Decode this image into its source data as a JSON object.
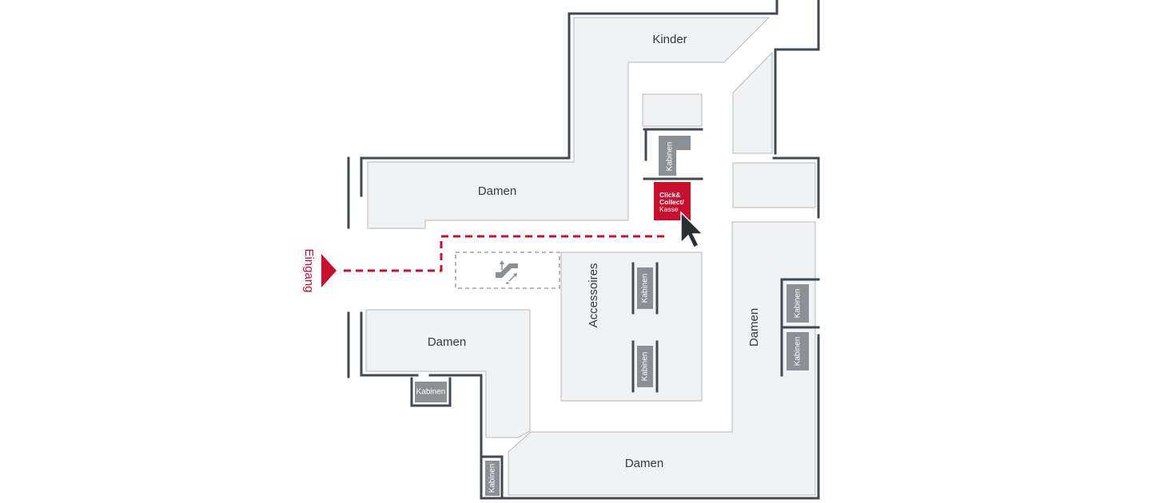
{
  "map": {
    "zones": {
      "kinder": "Kinder",
      "damen_top": "Damen",
      "damen_left": "Damen",
      "damen_bottom": "Damen",
      "damen_right": "Damen",
      "accessoires": "Accessoires"
    },
    "cabins": {
      "label": "Kabinen",
      "top": "Kabinen",
      "left": "Kabinen",
      "bottom_left": "Kabinen",
      "center_1": "Kabinen",
      "center_2": "Kabinen",
      "right_1": "Kabinen",
      "right_2": "Kabinen"
    },
    "click_collect": {
      "line1": "Click&",
      "line2": "Collect/",
      "line3": "Kasse",
      "color": "#c8102e"
    },
    "entrance": {
      "label": "Eingang",
      "color": "#c8102e"
    },
    "icons": {
      "escalator": "escalator-icon",
      "cursor": "cursor-arrow-icon",
      "entrance": "entrance-arrow-icon"
    },
    "colors": {
      "zone_fill": "#f1f2f3",
      "wall": "#414a52",
      "cabin": "#8b9095",
      "route": "#c8102e"
    }
  }
}
